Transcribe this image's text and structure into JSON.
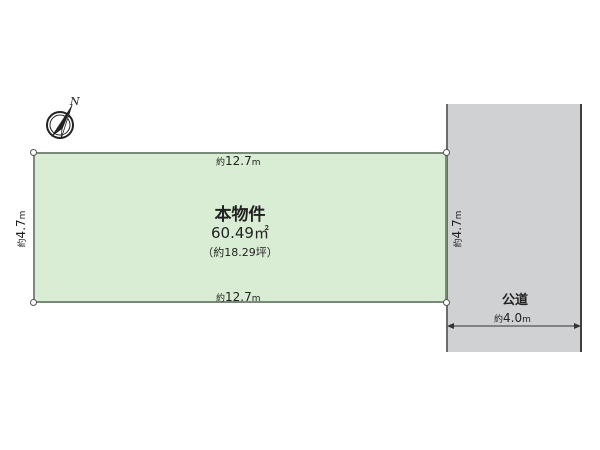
{
  "compass": {
    "label": "N",
    "icon": "north-arrow-icon"
  },
  "property": {
    "title": "本物件",
    "area": "60.49㎡",
    "tsubo": "（約18.29坪）",
    "fill_color": "#d9edd4",
    "border_color": "#7a8a78"
  },
  "dimensions": {
    "top": {
      "prefix": "約",
      "value": "12.7",
      "unit": "m"
    },
    "bottom": {
      "prefix": "約",
      "value": "12.7",
      "unit": "m"
    },
    "left": {
      "prefix": "約",
      "value": "4.7",
      "unit": "m"
    },
    "right": {
      "prefix": "約",
      "value": "4.7",
      "unit": "m"
    }
  },
  "road": {
    "label": "公道",
    "width": {
      "prefix": "約",
      "value": "4.0",
      "unit": "m"
    },
    "fill_color": "#d0d1d3"
  }
}
